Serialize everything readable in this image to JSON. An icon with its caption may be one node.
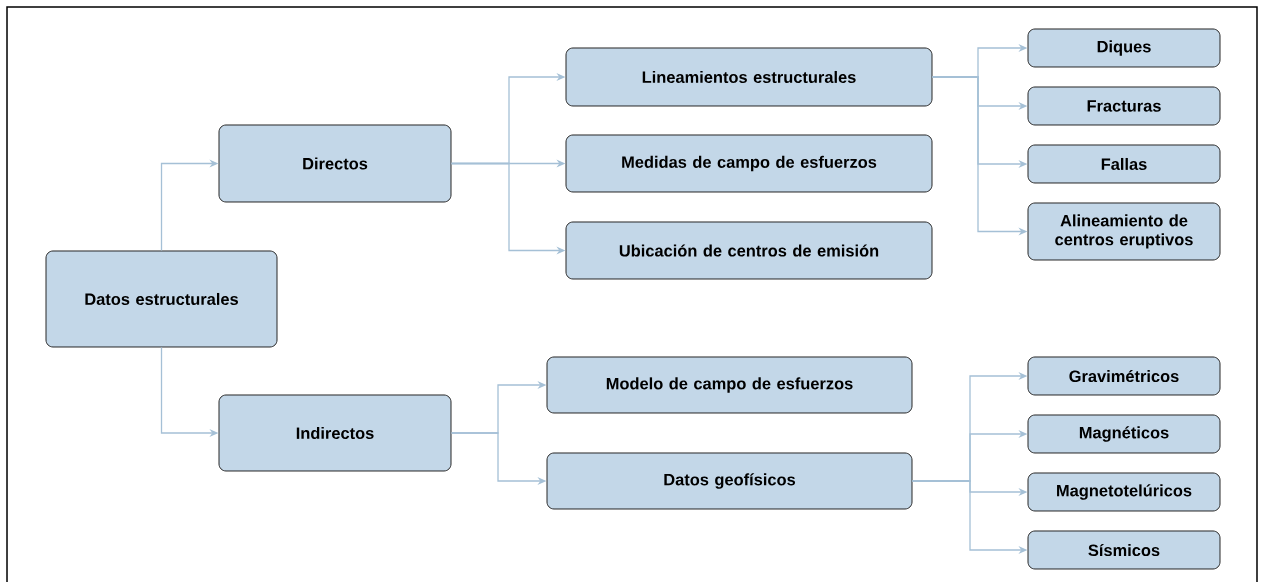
{
  "diagram": {
    "nodes": [
      {
        "text": [
          "Datos estructurales"
        ]
      },
      {
        "text": [
          "Directos"
        ]
      },
      {
        "text": [
          "Indirectos"
        ]
      },
      {
        "text": [
          "Lineamientos estructurales"
        ]
      },
      {
        "text": [
          "Medidas de campo de esfuerzos"
        ]
      },
      {
        "text": [
          "Ubicación de centros de emisión"
        ]
      },
      {
        "text": [
          "Modelo de campo de esfuerzos"
        ]
      },
      {
        "text": [
          "Datos geofísicos"
        ]
      },
      {
        "text": [
          "Diques"
        ]
      },
      {
        "text": [
          "Fracturas"
        ]
      },
      {
        "text": [
          "Fallas"
        ]
      },
      {
        "text": [
          "Alineamiento de centros eruptivos"
        ]
      },
      {
        "text": [
          "Gravimétricos"
        ]
      },
      {
        "text": [
          "Magnéticos"
        ]
      },
      {
        "text": [
          "Magnetotelúricos"
        ]
      },
      {
        "text": [
          "Sísmicos"
        ]
      }
    ],
    "edges": [
      {
        "from": 0,
        "to": 1,
        "arrow": "to"
      },
      {
        "from": 0,
        "to": 2,
        "arrow": "to"
      },
      {
        "from": 1,
        "to": 3,
        "arrow": "to"
      },
      {
        "from": 1,
        "to": 4,
        "arrow": "to"
      },
      {
        "from": 1,
        "to": 5,
        "arrow": "to"
      },
      {
        "from": 2,
        "to": 6,
        "arrow": "to"
      },
      {
        "from": 2,
        "to": 7,
        "arrow": "to"
      },
      {
        "from": 3,
        "to": 8,
        "arrow": "to"
      },
      {
        "from": 3,
        "to": 9,
        "arrow": "to"
      },
      {
        "from": 3,
        "to": 10,
        "arrow": "to"
      },
      {
        "from": 3,
        "to": 11,
        "arrow": "to"
      },
      {
        "from": 7,
        "to": 12,
        "arrow": "to"
      },
      {
        "from": 7,
        "to": 13,
        "arrow": "to"
      },
      {
        "from": 7,
        "to": 14,
        "arrow": "to"
      },
      {
        "from": 7,
        "to": 15,
        "arrow": "to"
      }
    ]
  }
}
